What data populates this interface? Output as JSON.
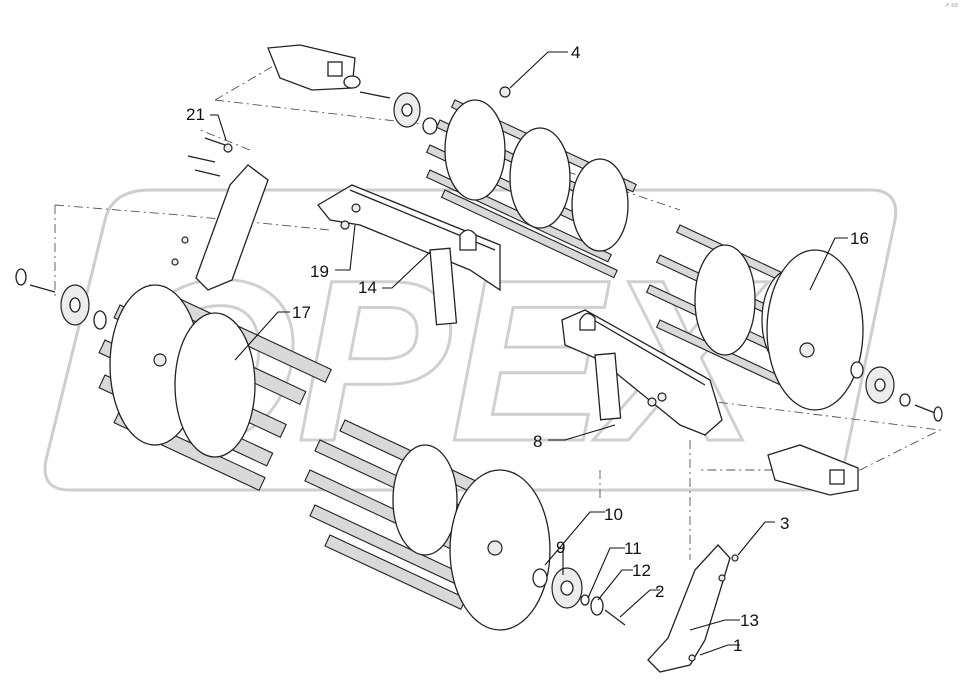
{
  "corner_mark": "↗ ≡≡",
  "watermark": {
    "text": "OPEX",
    "kind": "logo"
  },
  "callouts": [
    {
      "id": "c1",
      "label": "1"
    },
    {
      "id": "c2",
      "label": "2"
    },
    {
      "id": "c3",
      "label": "3"
    },
    {
      "id": "c4",
      "label": "4"
    },
    {
      "id": "c8",
      "label": "8"
    },
    {
      "id": "c9",
      "label": "9"
    },
    {
      "id": "c10",
      "label": "10"
    },
    {
      "id": "c11",
      "label": "11"
    },
    {
      "id": "c12",
      "label": "12"
    },
    {
      "id": "c13",
      "label": "13"
    },
    {
      "id": "c14",
      "label": "14"
    },
    {
      "id": "c16",
      "label": "16"
    },
    {
      "id": "c17",
      "label": "17"
    },
    {
      "id": "c19",
      "label": "19"
    },
    {
      "id": "c21",
      "label": "21"
    }
  ]
}
